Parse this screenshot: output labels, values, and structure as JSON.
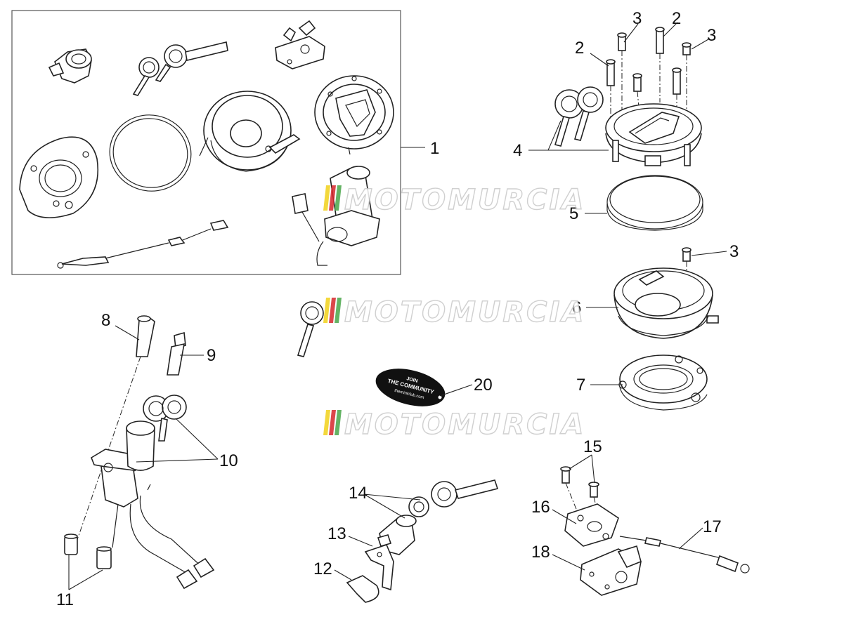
{
  "watermark": {
    "text": "MOTOMURCIA",
    "colors": {
      "stripe_yellow": "#f2d21b",
      "stripe_red": "#d7262c",
      "stripe_green": "#4aa64a",
      "outline": "#c8c8c8"
    }
  },
  "callouts": {
    "c1": "1",
    "c2a": "2",
    "c2b": "2",
    "c3a": "3",
    "c3b": "3",
    "c3c": "3",
    "c4": "4",
    "c5": "5",
    "c6": "6",
    "c7": "7",
    "c8": "8",
    "c9": "9",
    "c10": "10",
    "c11": "11",
    "c12": "12",
    "c13": "13",
    "c14": "14",
    "c15": "15",
    "c16": "16",
    "c17": "17",
    "c18": "18",
    "c20": "20"
  },
  "keyfob": {
    "line1": "JOIN",
    "line2": "THE COMMUNITY",
    "line3": "theminiclub.com"
  },
  "icons": [
    "ignition-switch-icon",
    "fuel-cap-icon",
    "key-icon",
    "screw-icon",
    "seal-ring-icon",
    "flange-icon",
    "cable-icon",
    "seat-lock-icon",
    "connector-icon"
  ]
}
